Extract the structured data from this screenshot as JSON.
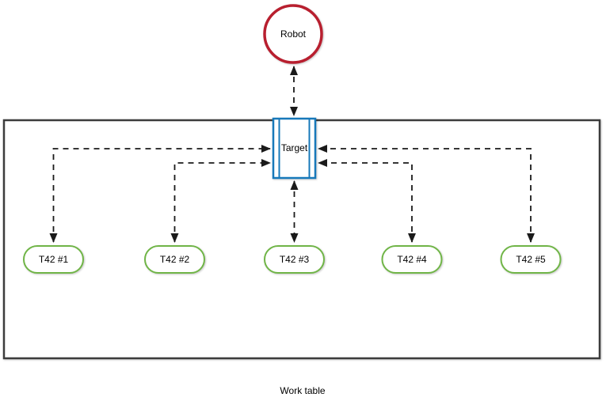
{
  "diagram": {
    "robot": {
      "label": "Robot"
    },
    "target": {
      "label": "Target"
    },
    "work_table": {
      "label": "Work table"
    },
    "stations": [
      {
        "label": "T42 #1"
      },
      {
        "label": "T42 #2"
      },
      {
        "label": "T42 #3"
      },
      {
        "label": "T42 #4"
      },
      {
        "label": "T42 #5"
      }
    ],
    "colors": {
      "robot_border": "#b81f2f",
      "target_border": "#1779ba",
      "station_border": "#70b547",
      "table_border": "#3c3c3c",
      "connector": "#1a1a1a"
    }
  }
}
